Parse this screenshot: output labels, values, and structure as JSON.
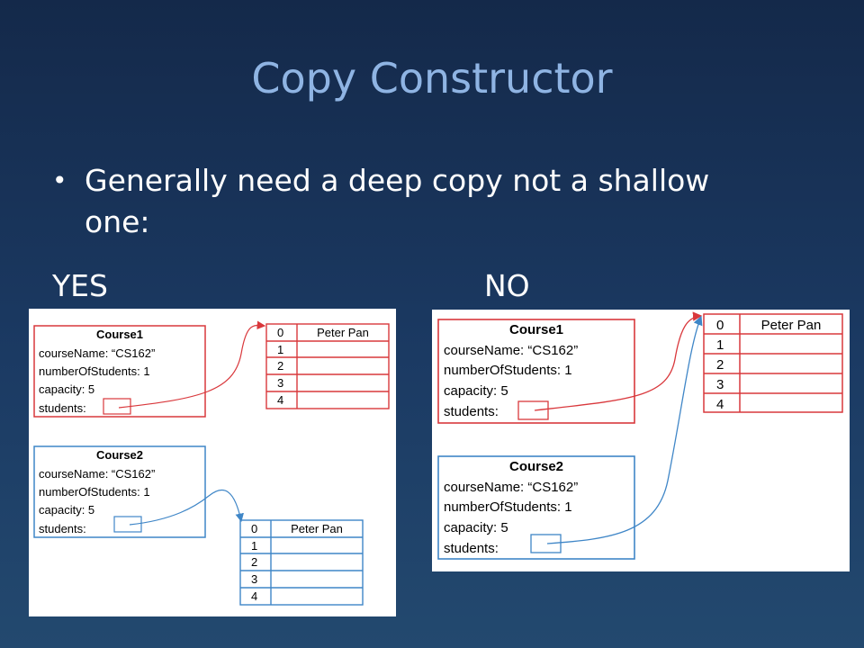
{
  "slide": {
    "title": "Copy Constructor",
    "bullet": "Generally need a deep copy not a shallow one:",
    "yes_label": "YES",
    "no_label": "NO"
  },
  "course_fields": {
    "course_name": "courseName: “CS162”",
    "number_of_students": "numberOfStudents:  1",
    "capacity": "capacity: 5",
    "students": "students:"
  },
  "yes_panel": {
    "course1": {
      "name": "Course1"
    },
    "course2": {
      "name": "Course2"
    },
    "array1": {
      "indices": [
        "0",
        "1",
        "2",
        "3",
        "4"
      ],
      "first_value": "Peter Pan"
    },
    "array2": {
      "indices": [
        "0",
        "1",
        "2",
        "3",
        "4"
      ],
      "first_value": "Peter Pan"
    }
  },
  "no_panel": {
    "course1": {
      "name": "Course1"
    },
    "course2": {
      "name": "Course2"
    },
    "array": {
      "indices": [
        "0",
        "1",
        "2",
        "3",
        "4"
      ],
      "first_value": "Peter Pan"
    }
  },
  "colors": {
    "title": "#8fb4e3",
    "course1_border": "#d9383c",
    "course2_border": "#3f86c7",
    "array_red": "#d9383c",
    "array_blue": "#3f86c7"
  }
}
